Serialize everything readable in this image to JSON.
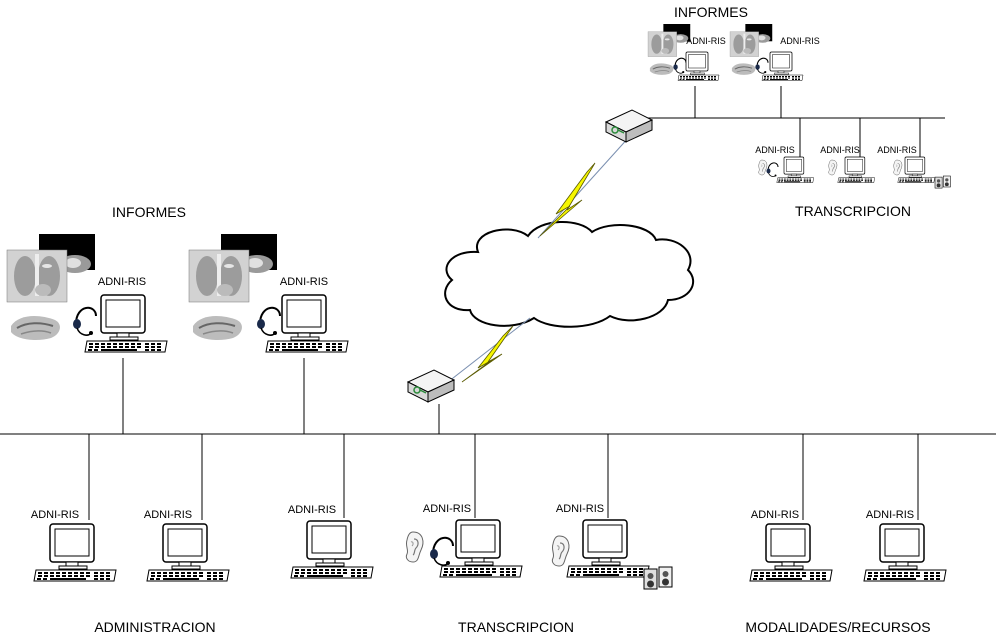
{
  "groups": {
    "informes_top": "INFORMES",
    "transcripcion_top": "TRANSCRIPCION",
    "informes_left": "INFORMES",
    "administracion": "ADMINISTRACION",
    "transcripcion_bottom": "TRANSCRIPCION",
    "modalidades": "MODALIDADES/RECURSOS"
  },
  "node_label": "ADNI-RIS",
  "nodes": {
    "informes_left": [
      "ADNI-RIS",
      "ADNI-RIS"
    ],
    "informes_top": [
      "ADNI-RIS",
      "ADNI-RIS"
    ],
    "transcripcion_top": [
      "ADNI-RIS",
      "ADNI-RIS",
      "ADNI-RIS"
    ],
    "administracion": [
      "ADNI-RIS",
      "ADNI-RIS"
    ],
    "center": [
      "ADNI-RIS"
    ],
    "transcripcion_bottom": [
      "ADNI-RIS",
      "ADNI-RIS"
    ],
    "modalidades": [
      "ADNI-RIS",
      "ADNI-RIS"
    ]
  }
}
